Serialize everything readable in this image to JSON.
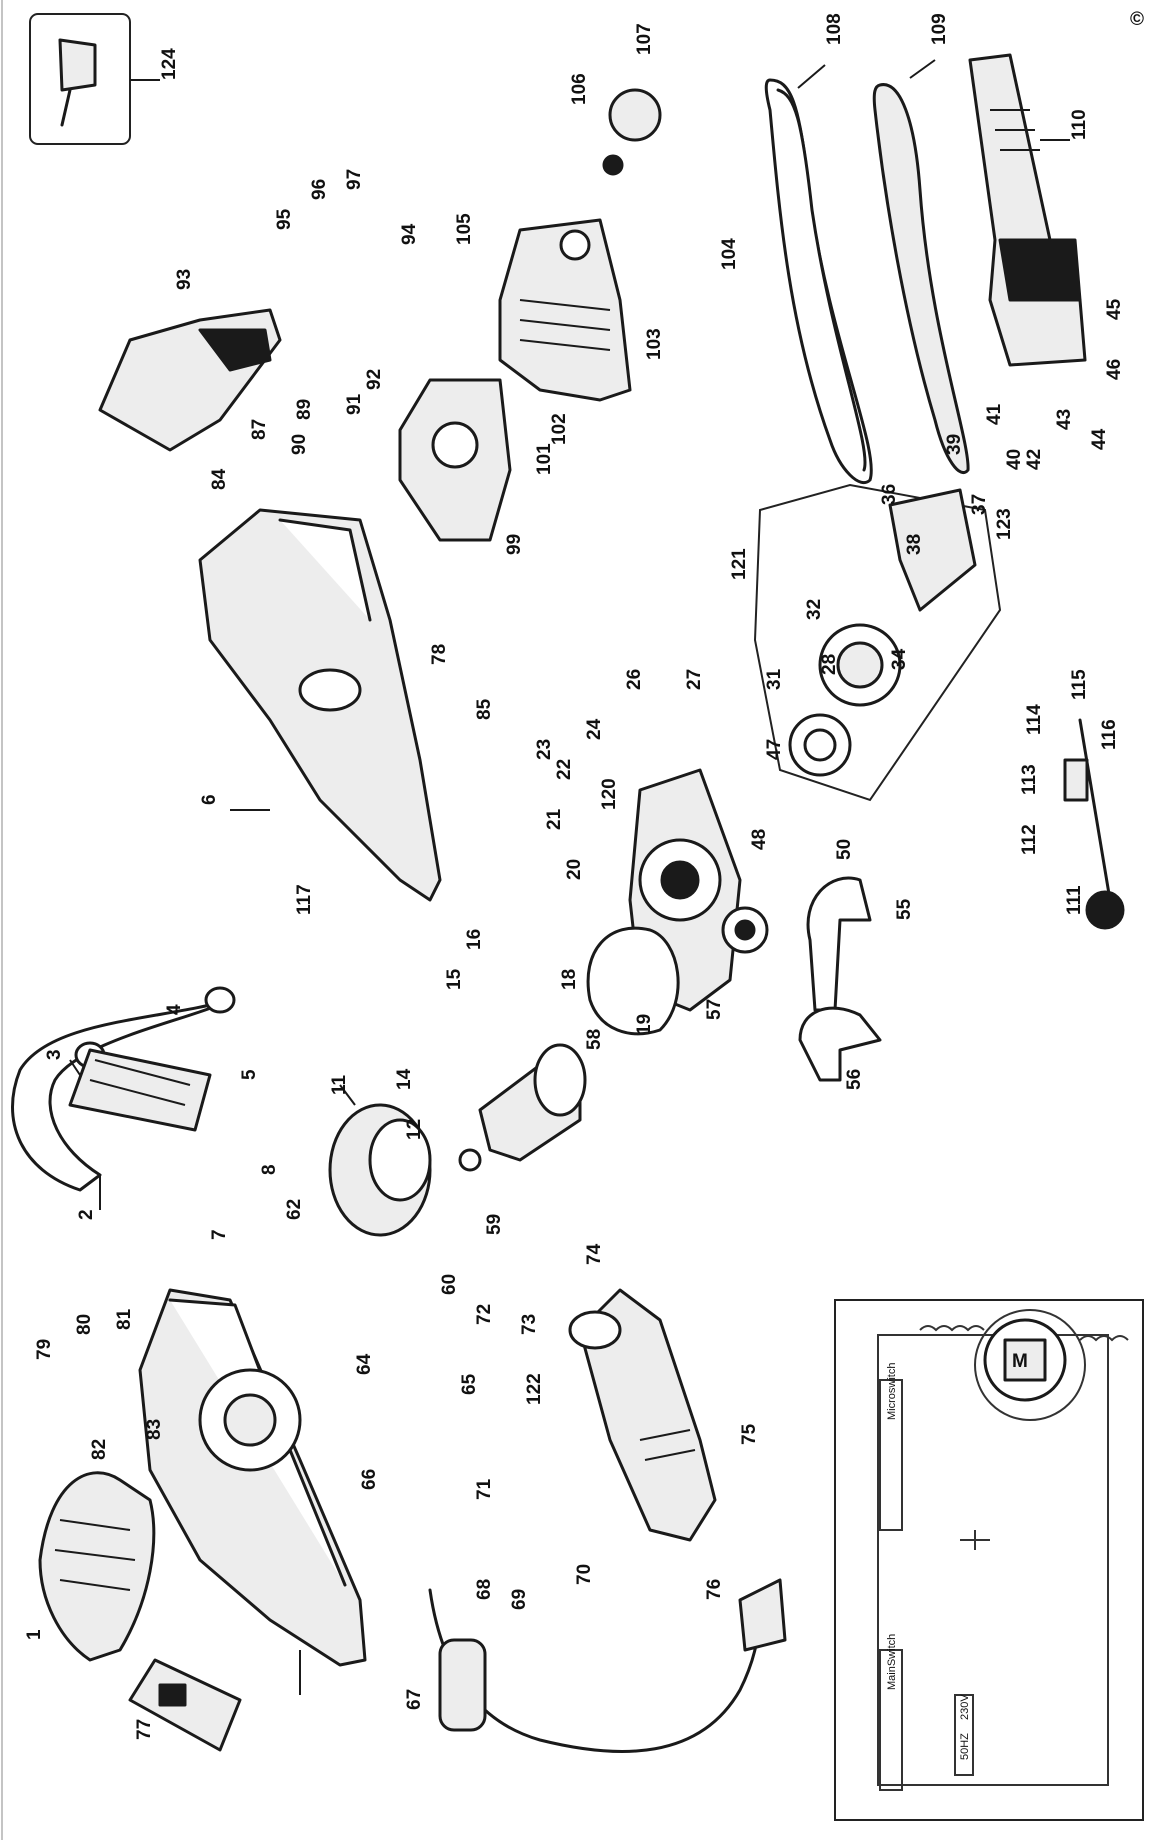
{
  "copyright_symbol": "©",
  "callouts": [
    "1",
    "2",
    "3",
    "4",
    "5",
    "6",
    "7",
    "8",
    "11",
    "12",
    "14",
    "15",
    "16",
    "18",
    "19",
    "20",
    "21",
    "22",
    "23",
    "24",
    "26",
    "27",
    "28",
    "31",
    "32",
    "34",
    "36",
    "37",
    "38",
    "39",
    "40",
    "41",
    "42",
    "43",
    "44",
    "45",
    "46",
    "47",
    "48",
    "50",
    "55",
    "56",
    "57",
    "58",
    "59",
    "60",
    "62",
    "64",
    "65",
    "66",
    "67",
    "68",
    "69",
    "70",
    "71",
    "72",
    "73",
    "74",
    "75",
    "76",
    "77",
    "78",
    "79",
    "80",
    "81",
    "82",
    "83",
    "84",
    "85",
    "87",
    "89",
    "90",
    "91",
    "92",
    "93",
    "94",
    "95",
    "96",
    "97",
    "99",
    "101",
    "102",
    "103",
    "104",
    "105",
    "106",
    "107",
    "108",
    "109",
    "110",
    "111",
    "112",
    "113",
    "114",
    "115",
    "116",
    "117",
    "120",
    "121",
    "122",
    "123",
    "124"
  ],
  "schematic": {
    "main_switch": "MainSwitch",
    "microswitch": "Microswitch",
    "voltage": "230V",
    "frequency": "50HZ",
    "motor_symbol": "M"
  }
}
